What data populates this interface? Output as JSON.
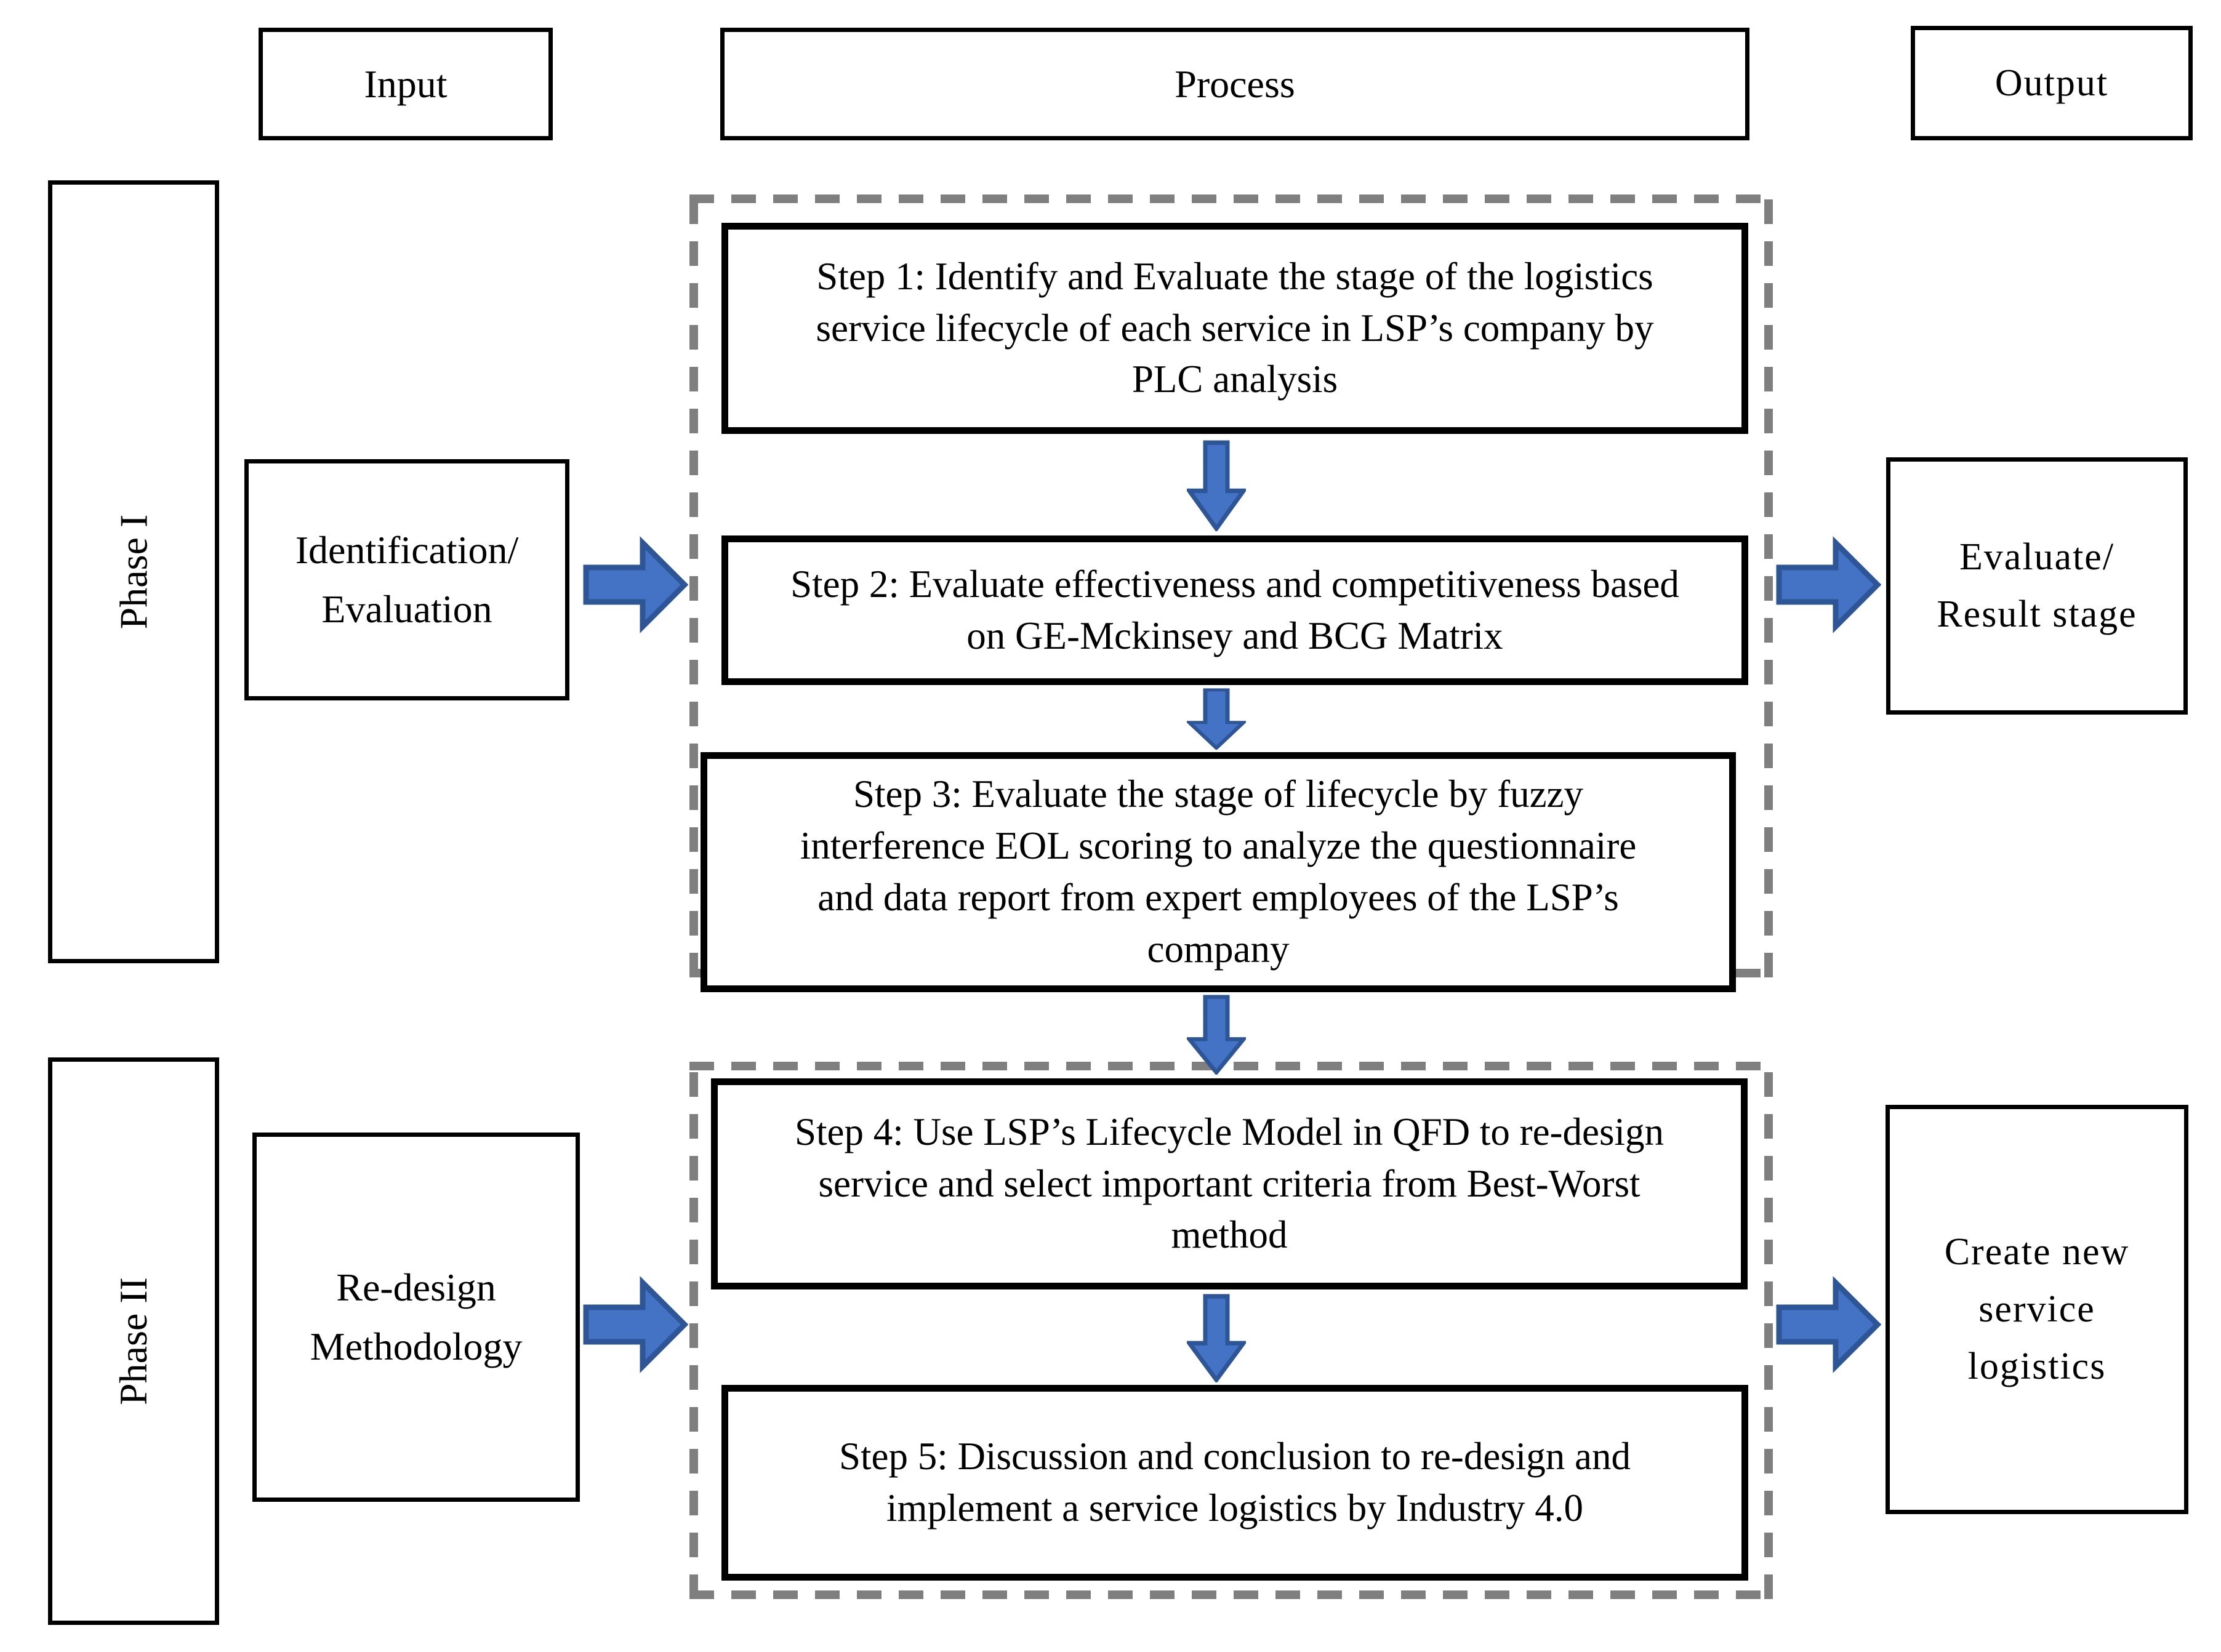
{
  "colors": {
    "arrow_fill": "#4472C4",
    "arrow_stroke": "#2E5596",
    "dashed_border_gray": "#7F7F7F",
    "box_border_black": "#000000",
    "background": "#FFFFFF"
  },
  "icons": {
    "flow_right": "arrow-right-icon",
    "flow_down": "arrow-down-icon"
  },
  "headers": {
    "input": "Input",
    "process": "Process",
    "output": "Output"
  },
  "phases": [
    {
      "label": "Phase I",
      "input": {
        "lines": [
          "Identification/",
          "Evaluation"
        ]
      },
      "steps": [
        {
          "lines": [
            "Step 1: Identify and Evaluate the stage of the logistics",
            "service lifecycle of each service in LSP’s company by",
            "PLC analysis"
          ]
        },
        {
          "lines": [
            "Step 2: Evaluate effectiveness and competitiveness based",
            "on GE-Mckinsey and BCG Matrix"
          ]
        },
        {
          "lines": [
            "Step 3: Evaluate the stage of lifecycle by fuzzy",
            "interference EOL scoring to analyze the questionnaire",
            "and data report from expert employees of the LSP’s",
            "company"
          ]
        }
      ],
      "output": {
        "lines": [
          "Evaluate/",
          "Result stage"
        ]
      }
    },
    {
      "label": "Phase II",
      "input": {
        "lines": [
          "Re-design",
          "Methodology"
        ]
      },
      "steps": [
        {
          "lines": [
            "Step 4: Use LSP’s Lifecycle Model in QFD to re-design",
            "service and select important criteria from Best-Worst",
            "method"
          ]
        },
        {
          "lines": [
            "Step 5: Discussion and conclusion to re-design and",
            "implement a service logistics by Industry 4.0"
          ]
        }
      ],
      "output": {
        "lines": [
          "Create new",
          "service",
          "logistics"
        ]
      }
    }
  ]
}
